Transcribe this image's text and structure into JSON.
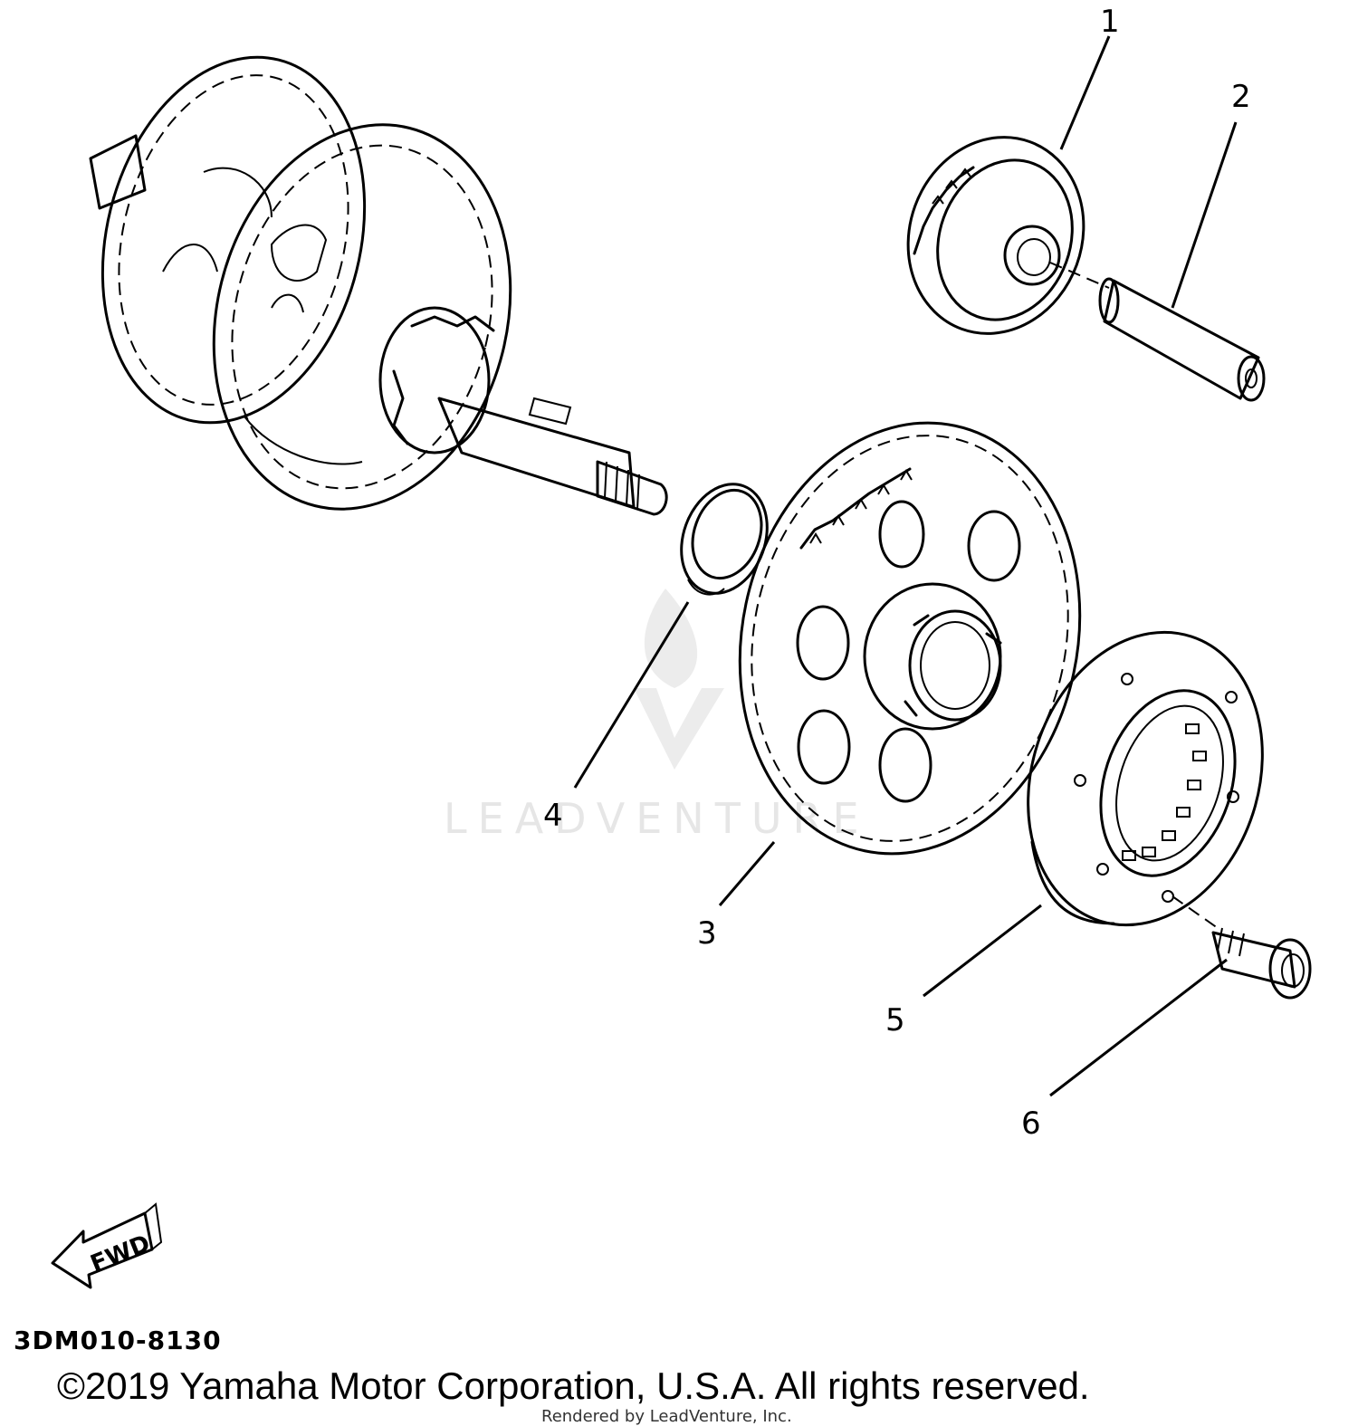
{
  "callouts": {
    "c1": "1",
    "c2": "2",
    "c3": "3",
    "c4": "4",
    "c5": "5",
    "c6": "6"
  },
  "fwd_label": "FWD",
  "diagram_ref": "3DM010-8130",
  "watermark": "LEADVENTURE",
  "copyright": "©2019 Yamaha Motor Corporation, U.S.A. All rights reserved.",
  "rendered_by": "Rendered by LeadVenture, Inc."
}
